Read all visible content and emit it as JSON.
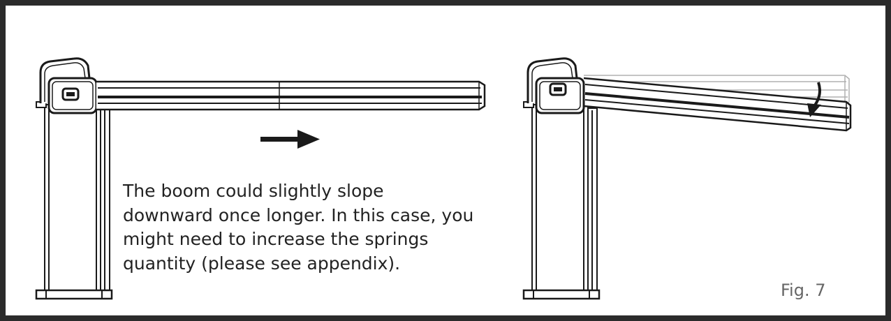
{
  "caption": {
    "lines": [
      "The boom could slightly slope",
      "downward once longer. In this case, you",
      "might need to increase the springs",
      "quantity (please see appendix)."
    ]
  },
  "figure_label": "Fig. 7",
  "colors": {
    "frame": "#2b2b2b",
    "line": "#1a1a1a",
    "ghost": "#b0b0b0",
    "text": "#222222",
    "label": "#666666"
  }
}
